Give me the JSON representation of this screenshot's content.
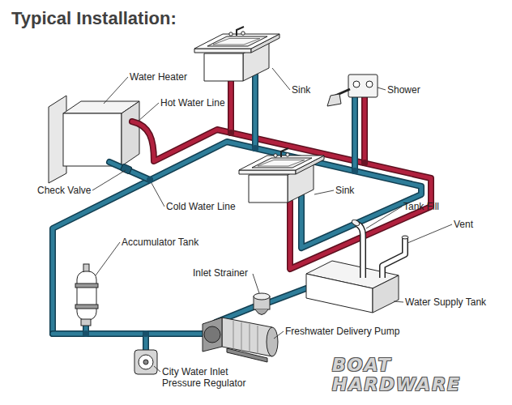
{
  "diagram": {
    "title": "Typical Installation:",
    "labels": [
      "Water Heater",
      "Hot Water Line",
      "Sink",
      "Shower",
      "Check Valve",
      "Sink",
      "Cold Water Line",
      "Tank Fill",
      "Vent",
      "Accumulator Tank",
      "Inlet Strainer",
      "Water Supply Tank",
      "Freshwater Delivery Pump",
      "City Water Inlet Pressure Regulator",
      "BOAT",
      "HARDWARE"
    ]
  }
}
